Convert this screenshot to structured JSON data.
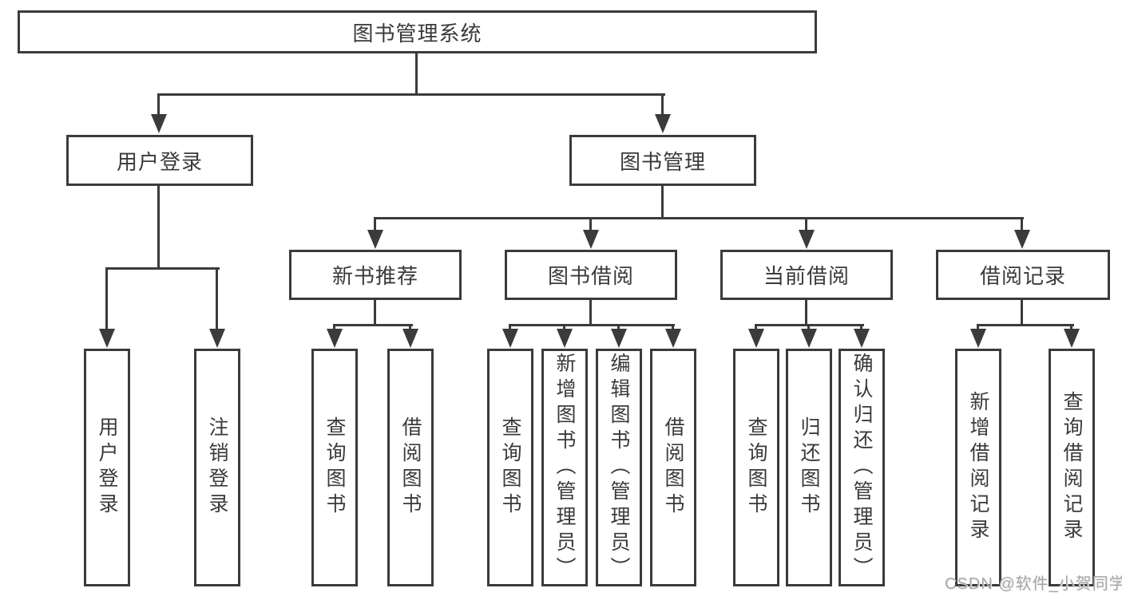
{
  "nodes": {
    "root": {
      "label": "图书管理系统"
    },
    "level1": [
      {
        "label": "用户登录"
      },
      {
        "label": "图书管理"
      }
    ],
    "level2": [
      {
        "label": "新书推荐"
      },
      {
        "label": "图书借阅"
      },
      {
        "label": "当前借阅"
      },
      {
        "label": "借阅记录"
      }
    ],
    "leaves": [
      {
        "label": "用户登录"
      },
      {
        "label": "注销登录"
      },
      {
        "label": "查询图书"
      },
      {
        "label": "借阅图书"
      },
      {
        "label": "查询图书"
      },
      {
        "label": "新增图书（管理员）"
      },
      {
        "label": "编辑图书（管理员）"
      },
      {
        "label": "借阅图书"
      },
      {
        "label": "查询图书"
      },
      {
        "label": "归还图书"
      },
      {
        "label": "确认归还（管理员）"
      },
      {
        "label": "新增借阅记录"
      },
      {
        "label": "查询借阅记录"
      }
    ]
  },
  "watermark": {
    "text": "CSDN @软件_小贺同学"
  },
  "colors": {
    "line": "#3b3b3b",
    "text": "#3a3a3a",
    "watermark": "#a8a8a8",
    "box_bg": "#ffffff",
    "page_bg": "#ffffff"
  }
}
